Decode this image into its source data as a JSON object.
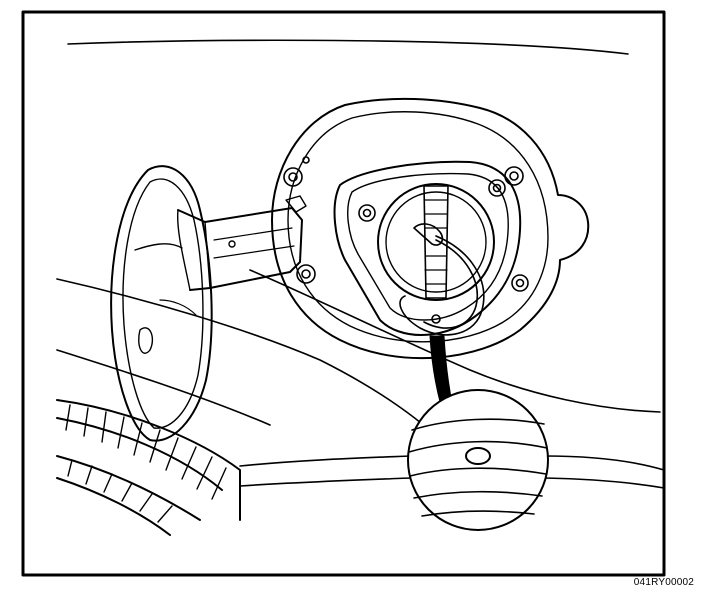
{
  "figure": {
    "code": "041RY00002",
    "colors": {
      "ink": "#000000",
      "paper": "#ffffff"
    },
    "elements": [
      "fuel-filler-door",
      "door-hinge",
      "fuel-filler-neck-housing",
      "fuel-cap",
      "cap-tether",
      "tether-retainer-arrow",
      "detail-magnifier-circle",
      "rear-tire"
    ]
  }
}
